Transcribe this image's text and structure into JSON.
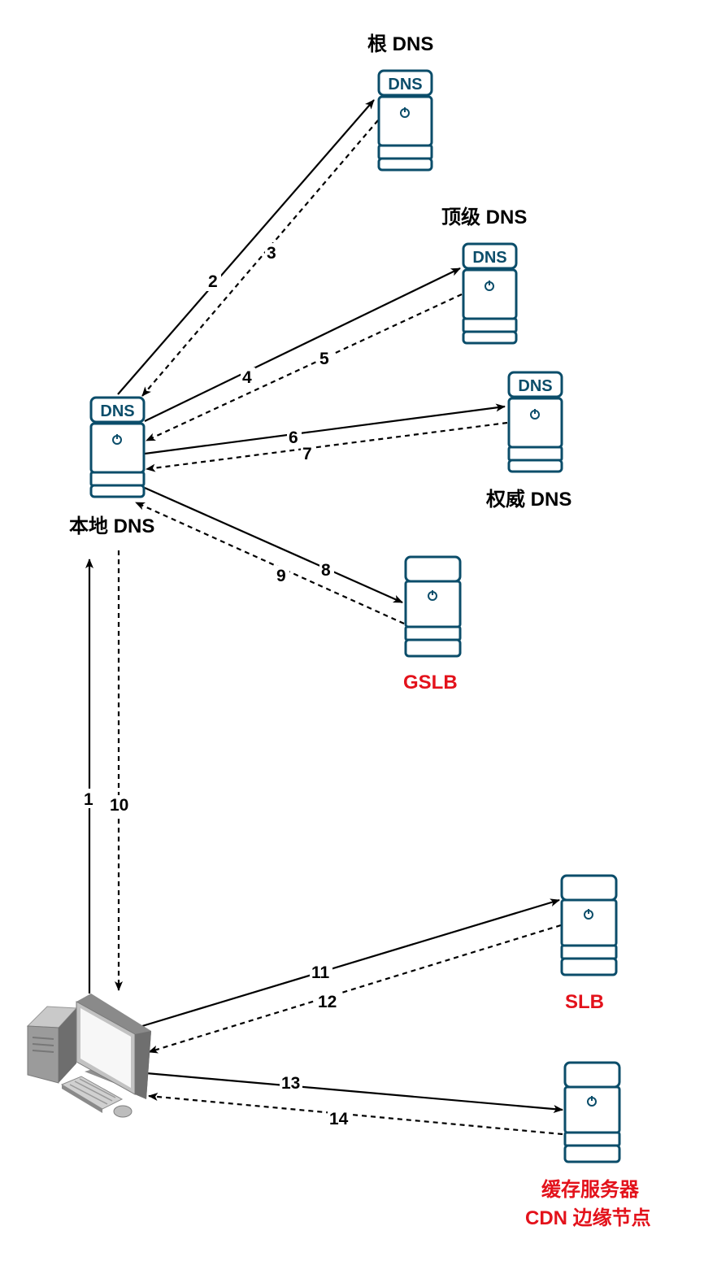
{
  "nodes": {
    "root_dns": {
      "label": "根 DNS",
      "badge": "DNS"
    },
    "tld_dns": {
      "label": "顶级 DNS",
      "badge": "DNS"
    },
    "auth_dns": {
      "label": "权威 DNS",
      "badge": "DNS"
    },
    "local_dns": {
      "label": "本地 DNS",
      "badge": "DNS"
    },
    "gslb": {
      "label": "GSLB"
    },
    "slb": {
      "label": "SLB"
    },
    "cache": {
      "label_line1": "缓存服务器",
      "label_line2": "CDN 边缘节点"
    }
  },
  "steps": {
    "s1": "1",
    "s2": "2",
    "s3": "3",
    "s4": "4",
    "s5": "5",
    "s6": "6",
    "s7": "7",
    "s8": "8",
    "s9": "9",
    "s10": "10",
    "s11": "11",
    "s12": "12",
    "s13": "13",
    "s14": "14"
  },
  "colors": {
    "server_stroke": "#0b4d6a",
    "highlight_label": "#e3121b",
    "arrow": "#000000"
  }
}
